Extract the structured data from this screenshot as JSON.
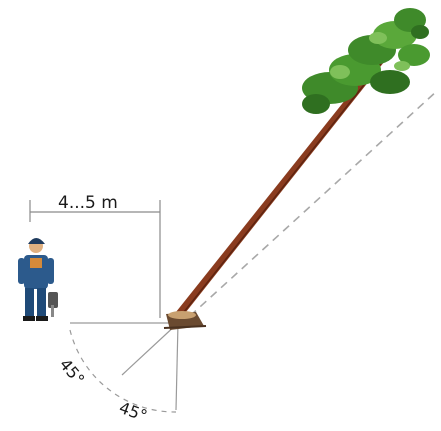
{
  "labels": {
    "distance": "4...5 m",
    "angle_1": "45°",
    "angle_2": "45°"
  },
  "figure": {
    "icons": [
      "worker-icon",
      "tree-icon",
      "stump-icon",
      "chainsaw-icon"
    ],
    "colors": {
      "trunk": "#8a3b1e",
      "foliage": "#3f8a2a",
      "foliage_light": "#7fc05a",
      "worker_body": "#2c5a8c",
      "guide_lines": "#9a9a9a"
    }
  }
}
